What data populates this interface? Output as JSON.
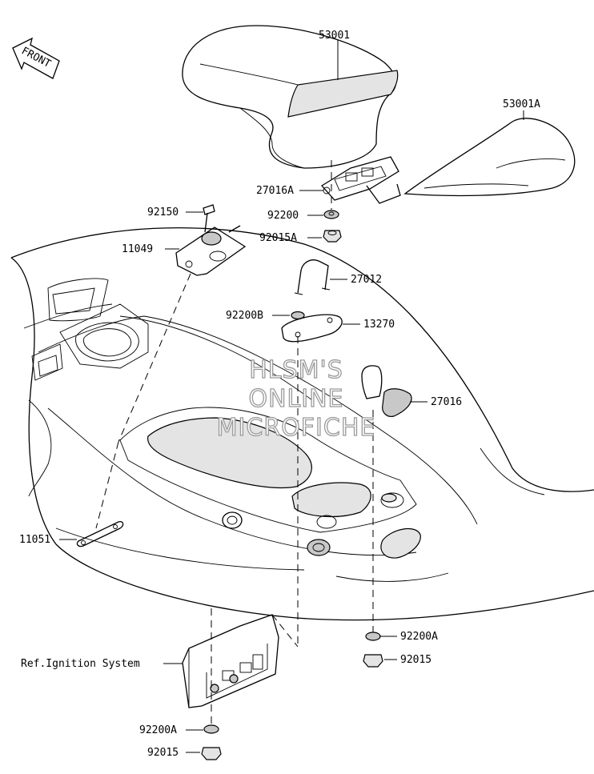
{
  "front_marker": "FRONT",
  "watermark": [
    "HLSM'S",
    "ONLINE",
    "MICROFICHE"
  ],
  "callouts": {
    "seat_front": "53001",
    "seat_rear": "53001A",
    "seat_latch_bracket": "27016A",
    "washer_top": "92200",
    "nut_top": "92015A",
    "bolt_92150": "92150",
    "bracket_11049": "11049",
    "u_bolt": "27012",
    "washer_b": "92200B",
    "plate": "13270",
    "hook": "27016",
    "strap": "11051",
    "ignition_ref": "Ref.Ignition System",
    "washer_a_right": "92200A",
    "nut_right": "92015",
    "washer_a_bottom": "92200A",
    "nut_bottom": "92015"
  }
}
